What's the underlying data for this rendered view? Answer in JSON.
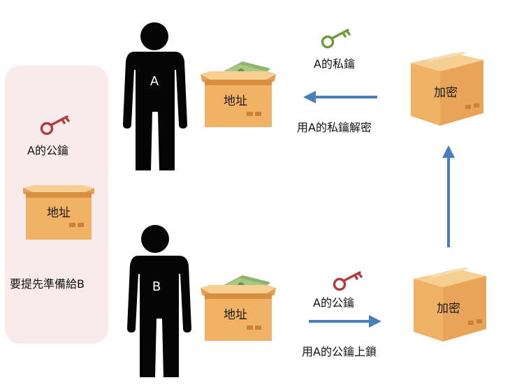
{
  "panel": {
    "key_label": "A的公鑰",
    "box_label": "地址",
    "caption": "要提先準備給B"
  },
  "people": [
    {
      "letter": "A"
    },
    {
      "letter": "B"
    }
  ],
  "boxes": {
    "a_box_label": "地址",
    "b_box_label": "地址",
    "encrypted_top_label": "加密",
    "encrypted_bottom_label": "加密"
  },
  "keys": {
    "private_key_label": "A的私鑰",
    "public_key_label": "A的公鑰"
  },
  "steps": {
    "decrypt": "用A的私鑰解密",
    "lock": "用A的公鑰上鎖"
  },
  "colors": {
    "panel_bg": "#f9eaec",
    "box_main": "#f2b266",
    "box_dark": "#d88f3f",
    "box_light": "#f8cf93",
    "arrow": "#4a7dbb",
    "private_key": "#6b9a3a",
    "public_key": "#b4393a",
    "cash": "#8fb36a"
  },
  "icons": [
    "person-silhouette",
    "key-icon",
    "cardboard-box",
    "cash-bundle",
    "arrow"
  ]
}
